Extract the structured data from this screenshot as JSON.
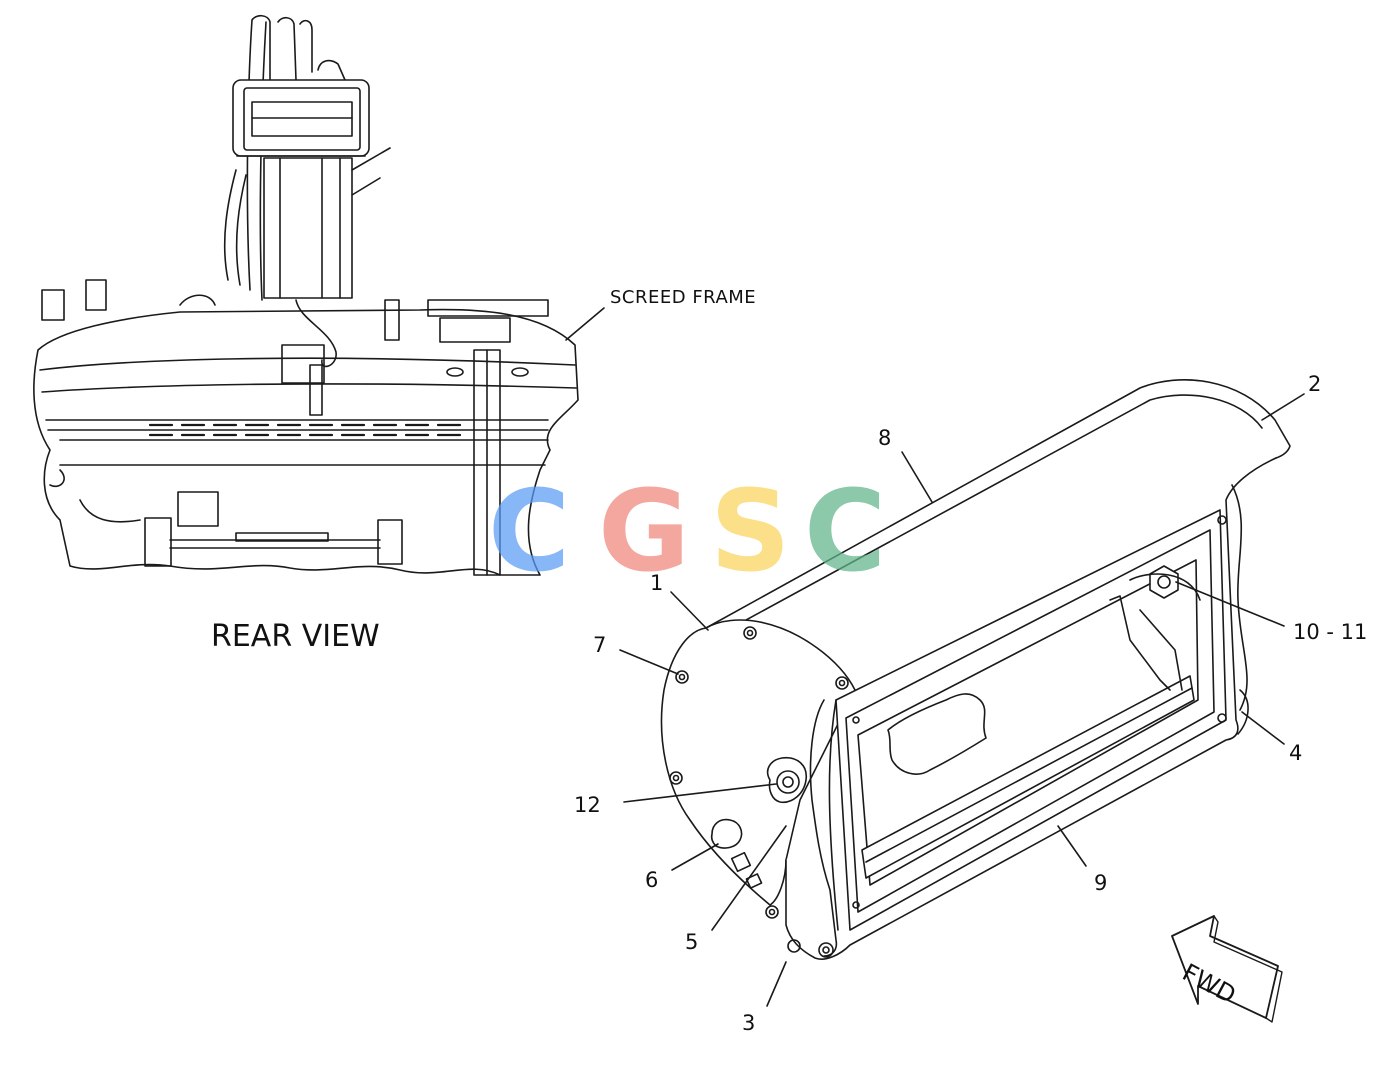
{
  "diagram": {
    "labels": {
      "screed_frame": "SCREED FRAME",
      "rear_view": "REAR VIEW",
      "fwd": "FWD"
    },
    "callouts": [
      {
        "id": "c1",
        "text": "1"
      },
      {
        "id": "c2",
        "text": "2"
      },
      {
        "id": "c3",
        "text": "3"
      },
      {
        "id": "c4",
        "text": "4"
      },
      {
        "id": "c5",
        "text": "5"
      },
      {
        "id": "c6",
        "text": "6"
      },
      {
        "id": "c7",
        "text": "7"
      },
      {
        "id": "c8",
        "text": "8"
      },
      {
        "id": "c9",
        "text": "9"
      },
      {
        "id": "c10",
        "text": "10 - 11"
      },
      {
        "id": "c12",
        "text": "12"
      }
    ]
  },
  "watermark": {
    "letters": [
      "C",
      "G",
      "S",
      "C"
    ],
    "colors": [
      "#5b9cf5",
      "#f08679",
      "#fbd55c",
      "#5fb58a"
    ]
  }
}
